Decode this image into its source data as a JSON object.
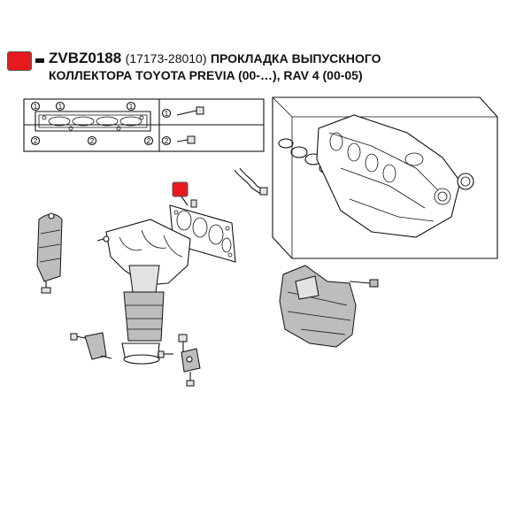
{
  "header": {
    "code": "ZVBZ0188",
    "part_number": "(17173-28010)",
    "title_line1": "ПРОКЛАДКА ВЫПУСКНОГО",
    "title_line2": "КОЛЛЕКТОРА TOYOTA PREVIA (00-…), RAV 4 (00-05)"
  },
  "callouts": {
    "c1": "1",
    "c2": "2"
  },
  "colors": {
    "marker": "#e8191c",
    "line": "#111111",
    "shade": "#bdbdbd"
  }
}
